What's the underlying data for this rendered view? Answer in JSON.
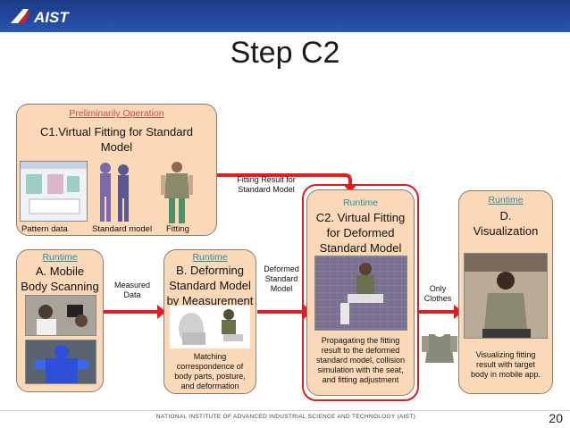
{
  "header": {
    "logo_text": "AIST",
    "title": "Step C2"
  },
  "c1": {
    "tag": "Preliminarily Operation",
    "title_line1": "C1.Virtual Fitting for Standard",
    "title_line2": "Model",
    "labels": [
      "Pattern data",
      "Standard model",
      "Fitting"
    ]
  },
  "a": {
    "tag": "Runtime",
    "title_line1": "A. Mobile",
    "title_line2": "Body Scanning"
  },
  "b": {
    "tag": "Runtime",
    "title_line1": "B. Deforming",
    "title_line2": "Standard Model",
    "title_line3": "by Measurement",
    "caption": [
      "Matching",
      "correspondence of",
      "body parts, posture,",
      "and deformation"
    ]
  },
  "c2": {
    "tag": "Runtime",
    "title_line1": "C2. Virtual Fitting",
    "title_line2": "for Deformed",
    "title_line3": "Standard Model",
    "caption": [
      "Propagating the fitting",
      "result to the deformed",
      "standard model, collision",
      "simulation with the seat,",
      "and fitting adjustment"
    ]
  },
  "d": {
    "tag": "Runtime",
    "title_line1": "D.",
    "title_line2": "Visualization",
    "caption": [
      "Visualizing fitting",
      "result with target",
      "body in mobile app."
    ]
  },
  "arrows": {
    "measured": [
      "Measured",
      "Data"
    ],
    "fitting_result": [
      "Fitting Result for",
      "Standard Model"
    ],
    "deformed": [
      "Deformed",
      "Standard",
      "Model"
    ],
    "only_clothes": [
      "Only",
      "Clothes"
    ]
  },
  "footer": {
    "text": "NATIONAL INSTITUTE OF ADVANCED INDUSTRIAL SCIENCE AND TECHNOLOGY (AIST)",
    "page": "20"
  },
  "colors": {
    "header_bar": "#2a55b0",
    "box_fill": "#fbd9b8",
    "runtime_text": "#2a8fa0",
    "prelim_text": "#c0504d",
    "highlight": "#d62020",
    "arrow": "#e02020"
  }
}
